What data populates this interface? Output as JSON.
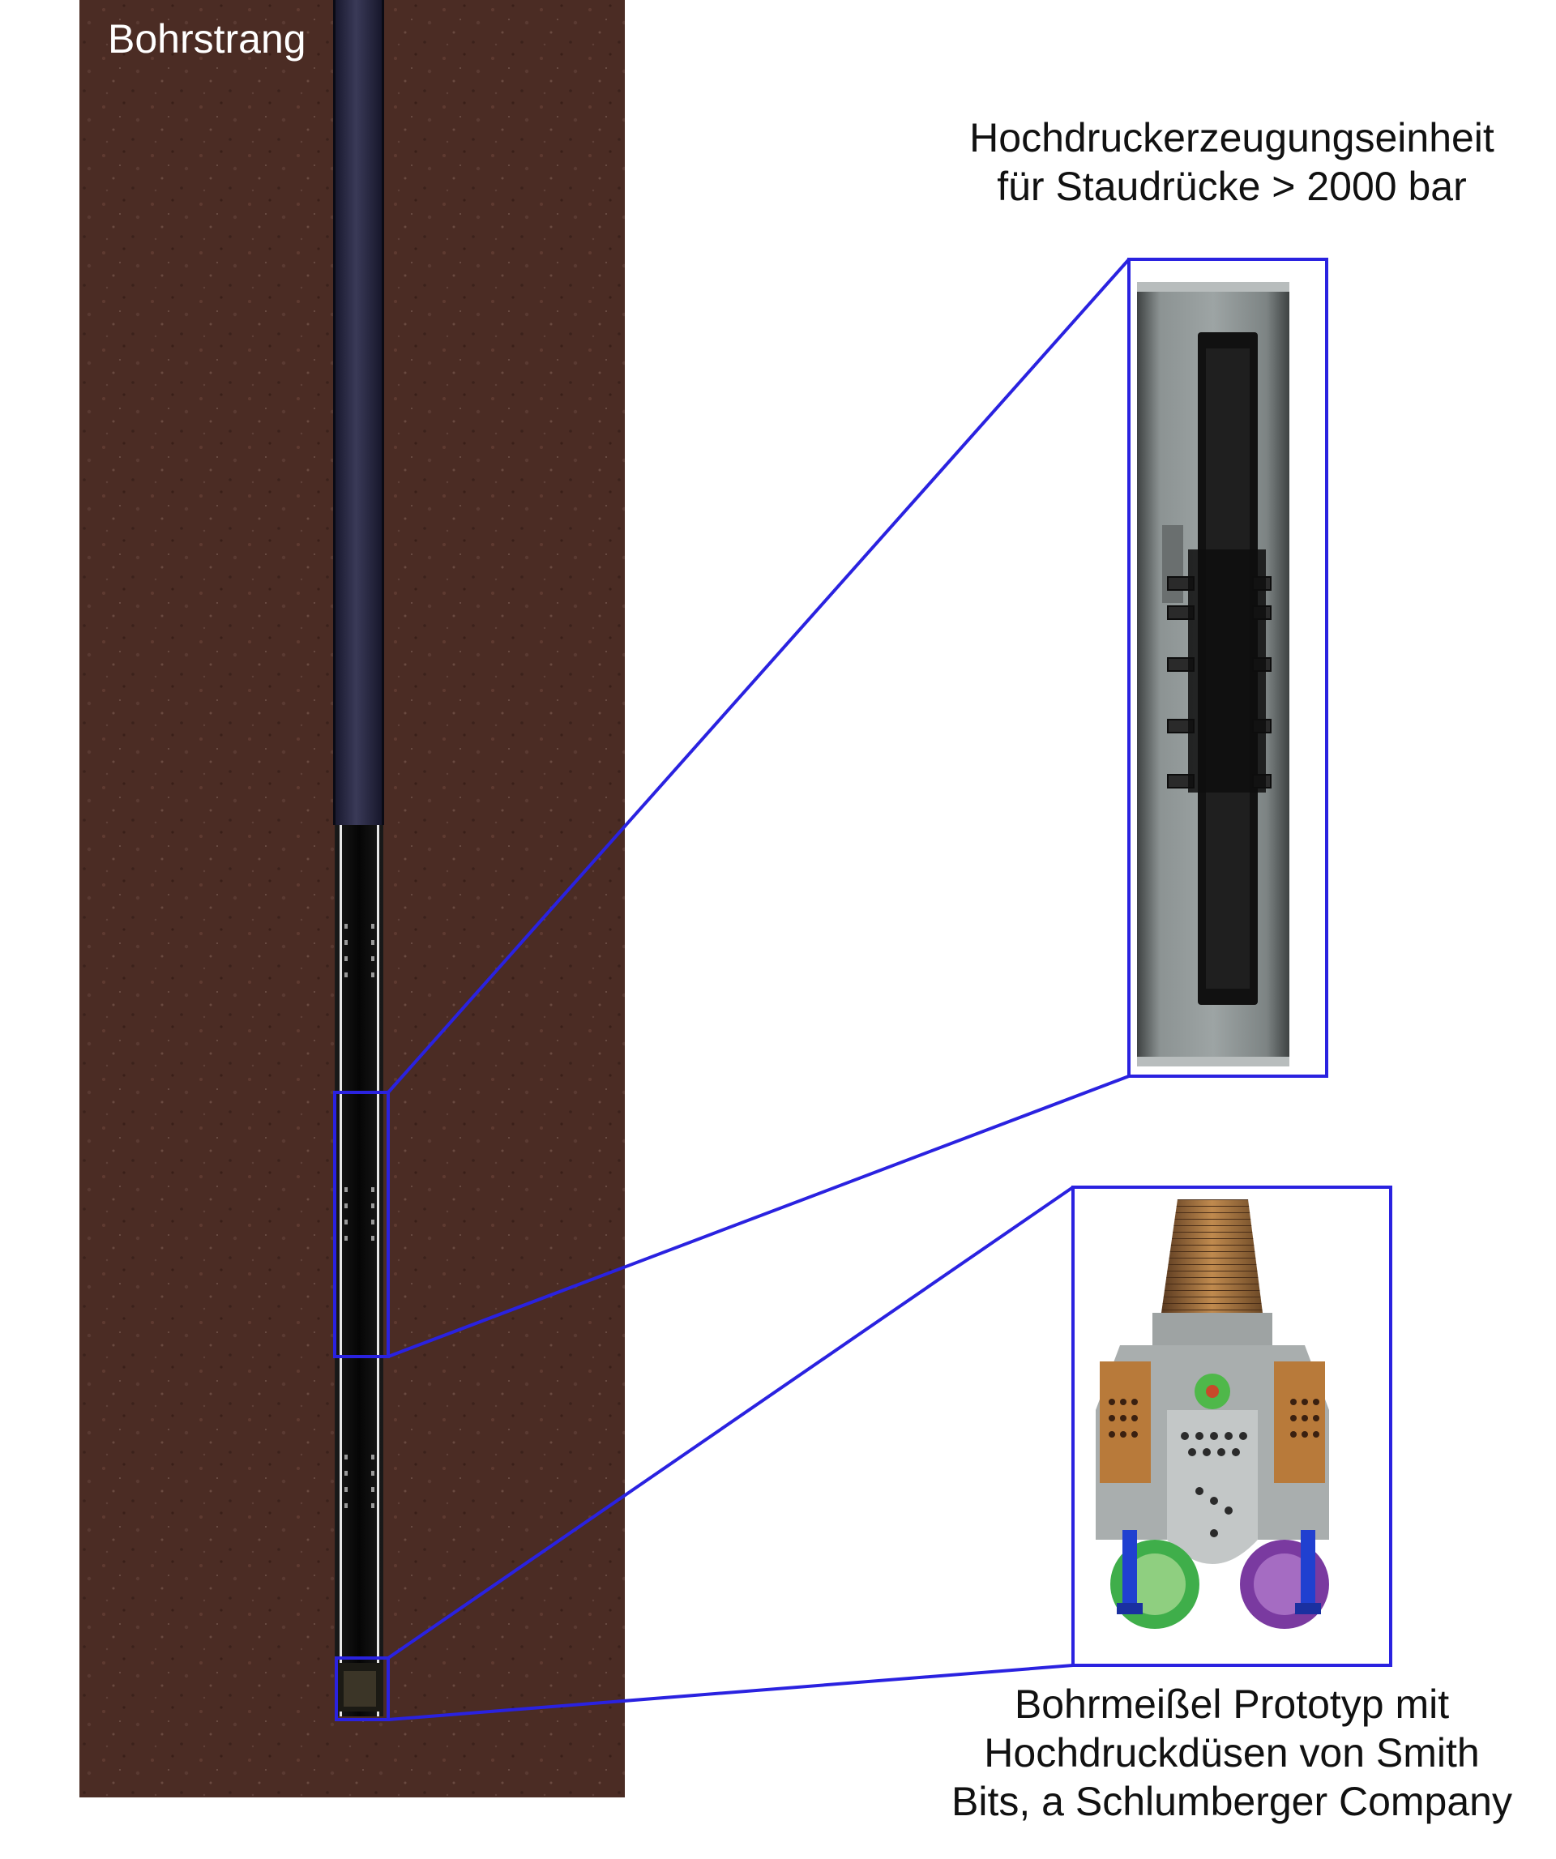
{
  "labels": {
    "drillstring": "Bohrstrang",
    "hpu_line1": "Hochdruckerzeugungseinheit",
    "hpu_line2": "für Staudrücke > 2000 bar",
    "bit_line1": "Bohrmeißel Prototyp mit",
    "bit_line2": "Hochdruckdüsen von Smith",
    "bit_line3": "Bits, a Schlumberger Company"
  },
  "colors": {
    "rock": "#4a2a22",
    "callout": "#2a22e0",
    "pipe": "#2a2a40",
    "tool": "#0a0a0a",
    "bit_copper": "#b87a3a",
    "bit_green": "#3fae4a",
    "bit_purple": "#7a3aa0",
    "bit_blue": "#2040d0"
  }
}
